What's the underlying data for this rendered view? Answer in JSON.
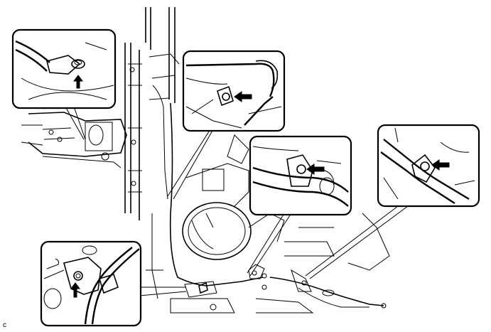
{
  "figure": {
    "corner_label": "c",
    "insets": [
      {
        "name": "upper-left-bolt-detail"
      },
      {
        "name": "upper-middle-bolt-detail"
      },
      {
        "name": "middle-right-clamp-detail"
      },
      {
        "name": "far-right-clamp-detail"
      },
      {
        "name": "lower-left-bracket-detail"
      }
    ]
  }
}
